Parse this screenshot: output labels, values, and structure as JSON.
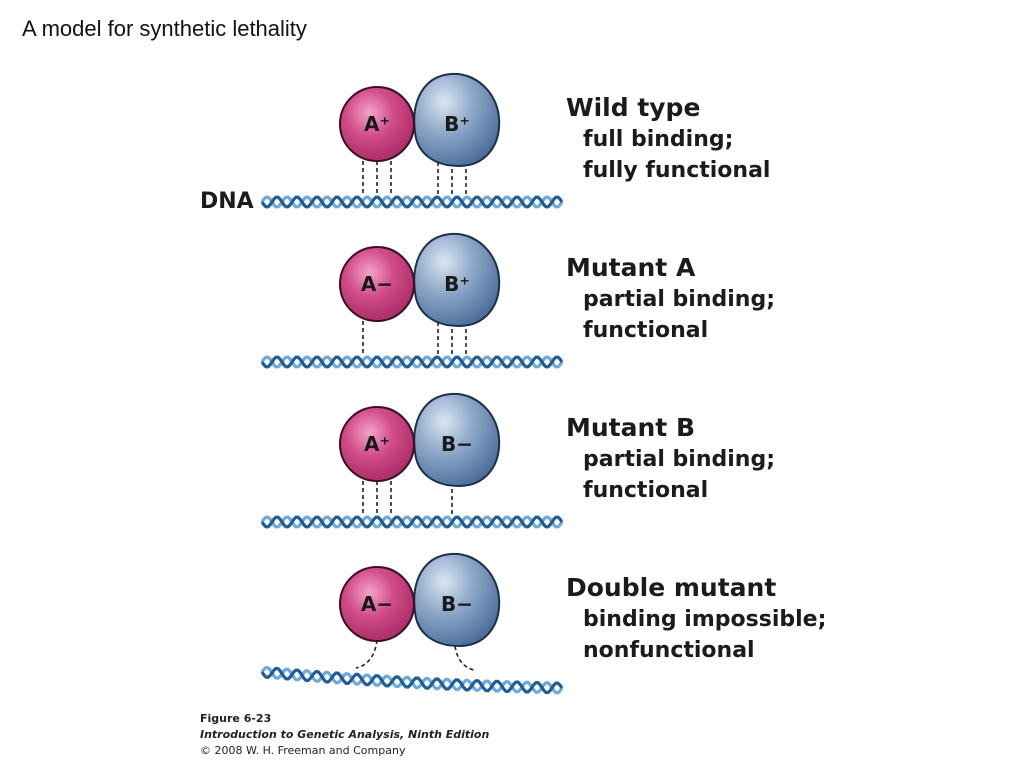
{
  "slide": {
    "title": "A model for synthetic lethality"
  },
  "colors": {
    "protein_a": "#c23a78",
    "protein_b": "#4f73a3",
    "dna_strand_dark": "#1f5d99",
    "dna_strand_light": "#6fa9d8"
  },
  "dna_label": "DNA",
  "panels": [
    {
      "title": "Wild type",
      "line1": "full binding;",
      "line2": "fully functional",
      "protein_a": "A⁺",
      "protein_b": "B⁺",
      "a_binding_lines": 3,
      "b_binding_lines": 3,
      "binding_possible": true
    },
    {
      "title": "Mutant A",
      "line1": "partial binding;",
      "line2": "functional",
      "protein_a": "A−",
      "protein_b": "B⁺",
      "a_binding_lines": 1,
      "b_binding_lines": 3,
      "binding_possible": true
    },
    {
      "title": "Mutant B",
      "line1": "partial binding;",
      "line2": "functional",
      "protein_a": "A⁺",
      "protein_b": "B−",
      "a_binding_lines": 3,
      "b_binding_lines": 1,
      "binding_possible": true
    },
    {
      "title": "Double mutant",
      "line1": "binding impossible;",
      "line2": "nonfunctional",
      "protein_a": "A−",
      "protein_b": "B−",
      "a_binding_lines": 1,
      "b_binding_lines": 1,
      "binding_possible": false
    }
  ],
  "caption": {
    "figure": "Figure 6-23",
    "book": "Introduction to Genetic Analysis, Ninth Edition",
    "copyright": "© 2008 W. H. Freeman and Company"
  }
}
